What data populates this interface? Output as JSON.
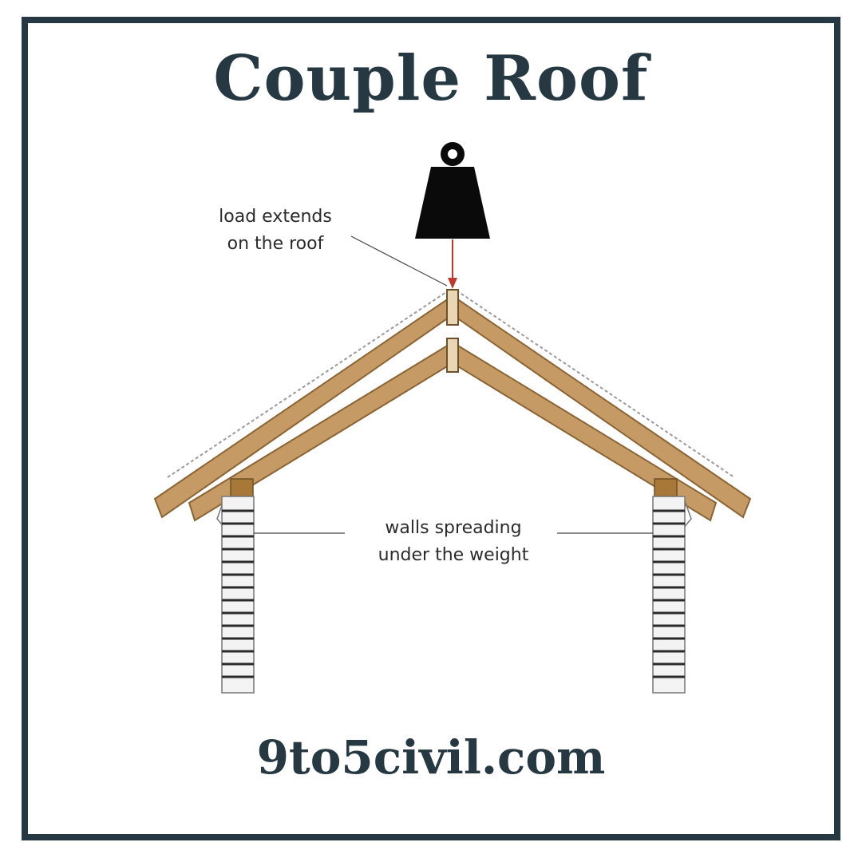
{
  "title": "Couple Roof",
  "website": "9to5civil.com",
  "annotations": {
    "load_line1": "load extends",
    "load_line2": "on the roof",
    "walls_line1": "walls spreading",
    "walls_line2": "under the weight"
  },
  "colors": {
    "frame": "#263841",
    "text": "#263841",
    "timber": "#c69a64",
    "timber_edge": "#8a6434",
    "weight": "#0a0a0a",
    "load_arrow": "#c0392b",
    "wall_plate": "#a87838"
  }
}
